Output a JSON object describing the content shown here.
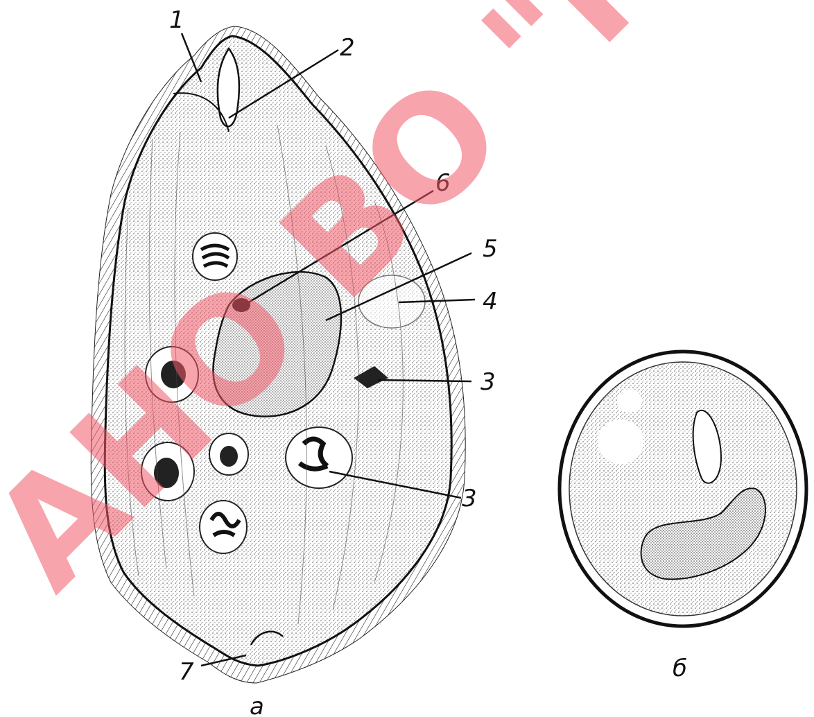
{
  "figure": {
    "labels": {
      "l1": "1",
      "l2": "2",
      "l3a": "3",
      "l3b": "3",
      "l4": "4",
      "l5": "5",
      "l6": "6",
      "l7": "7"
    },
    "captions": {
      "a": "а",
      "b": "б"
    },
    "watermark": "АНО ВО \"НИ",
    "colors": {
      "ink": "#111111",
      "stipple": "#5a5a5a",
      "watermark": "#f05a6a"
    }
  }
}
